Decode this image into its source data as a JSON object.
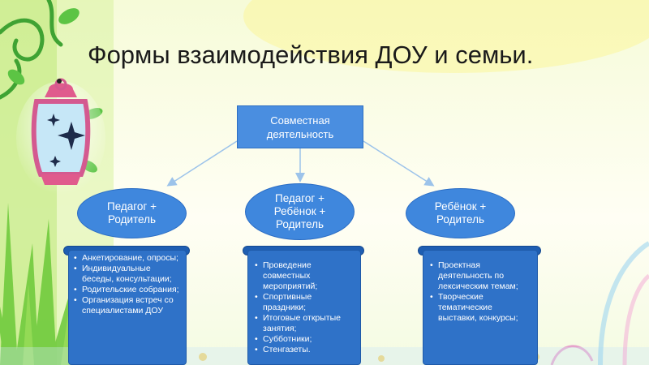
{
  "slide": {
    "title": "Формы взаимодействия ДОУ и семьи.",
    "top_node": "Совместная деятельность",
    "nodes": [
      {
        "label": "Педагог +\nРодитель",
        "items": [
          "Анкетирование, опросы;",
          "Индивидуальные беседы, консультации;",
          "Родительские собрания;",
          "Организация встреч со специалистами ДОУ"
        ]
      },
      {
        "label": "Педагог +\nРебёнок +\nРодитель",
        "items": [
          "Проведение совместных мероприятий;",
          "Спортивные праздники;",
          "Итоговые открытые занятия;",
          "Субботники;",
          "Стенгазеты."
        ]
      },
      {
        "label": "Ребёнок +\nРодитель",
        "items": [
          "Проектная деятельность по лексическим темам;",
          "Творческие тематические выставки, конкурсы;"
        ]
      }
    ]
  },
  "colors": {
    "node_blue": "#3f87dd",
    "scroll_blue": "#2f72c8",
    "arrow": "#9cc3ea",
    "title_text": "#1a1a1a"
  },
  "icons": [
    "lantern-icon",
    "star-icon",
    "vine-decoration"
  ]
}
